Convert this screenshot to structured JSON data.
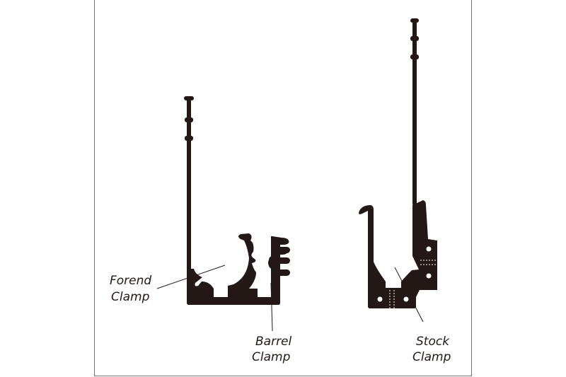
{
  "colors": {
    "part": "#231815",
    "line": "#231815",
    "frame": "#777777"
  },
  "labels": {
    "forend": [
      "Forend",
      "Clamp"
    ],
    "barrel": [
      "Barrel",
      "Clamp"
    ],
    "stock": [
      "Stock",
      "Clamp"
    ]
  }
}
